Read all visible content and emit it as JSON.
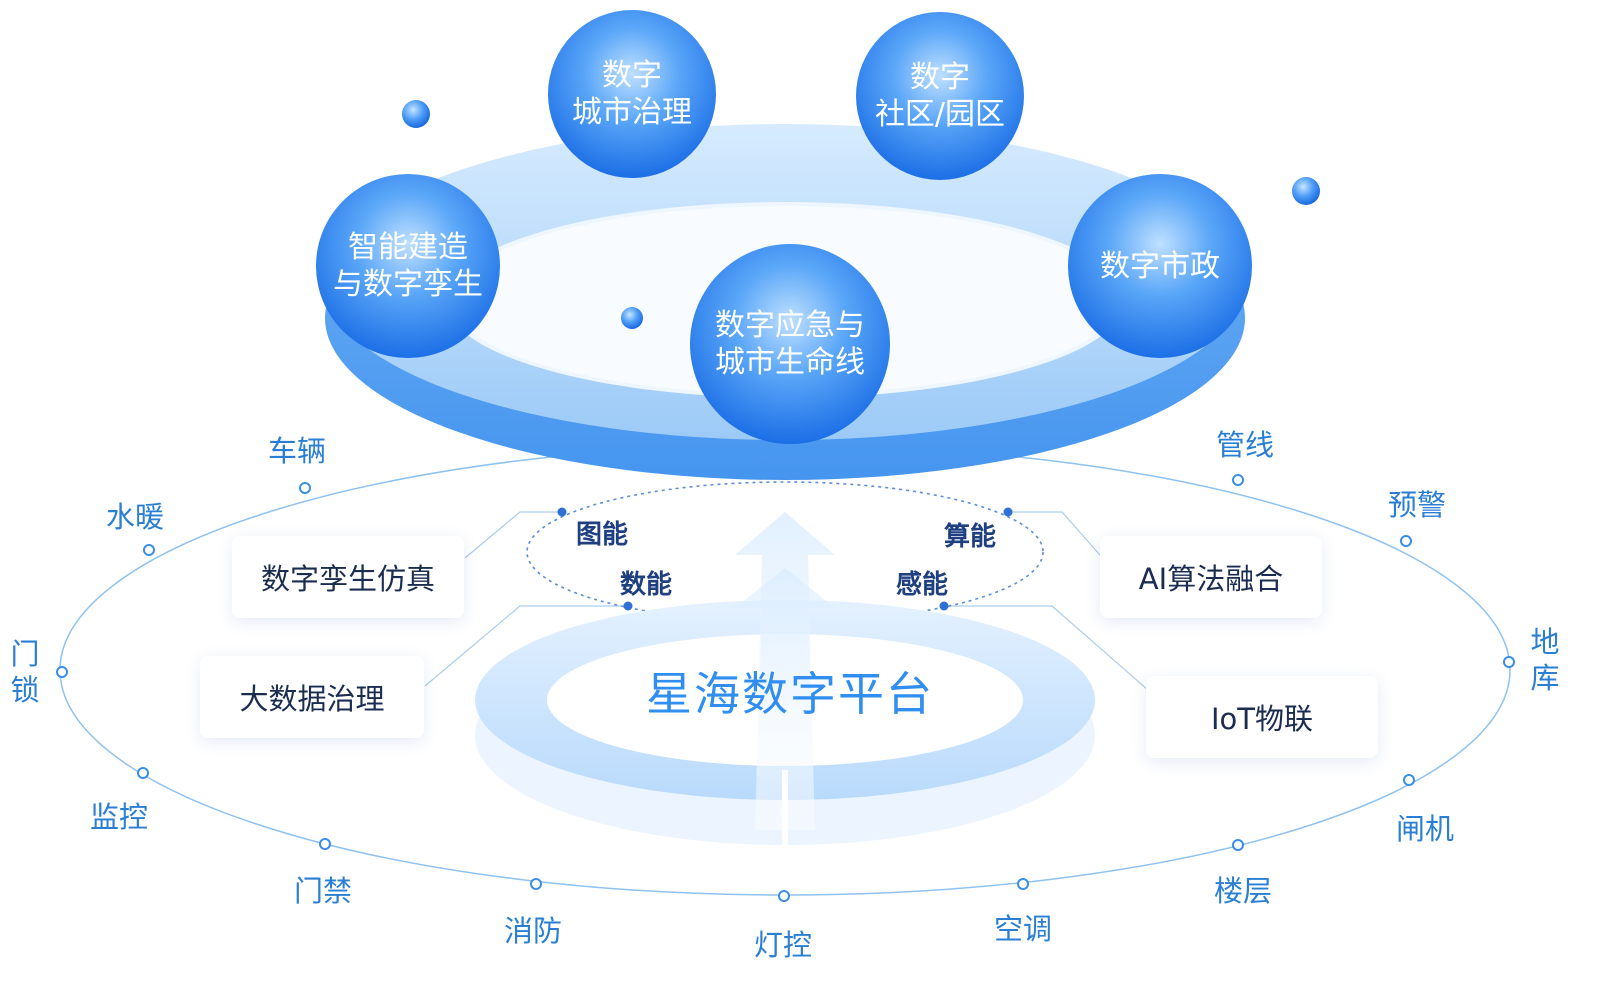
{
  "center_platform": {
    "title": "星海数字平台"
  },
  "spheres": [
    {
      "line1": "数字",
      "line2": "城市治理"
    },
    {
      "line1": "数字",
      "line2": "社区/园区"
    },
    {
      "line1": "智能建造",
      "line2": "与数字孪生"
    },
    {
      "line1": "数字市政",
      "line2": ""
    },
    {
      "line1": "数字应急与",
      "line2": "城市生命线"
    }
  ],
  "capabilities": [
    "图能",
    "算能",
    "数能",
    "感能"
  ],
  "technologies": [
    "数字孪生仿真",
    "大数据治理",
    "AI算法融合",
    "IoT物联"
  ],
  "outer_ring": {
    "labels": [
      "车辆",
      "水暖",
      "管线",
      "预警",
      "监控",
      "闸机",
      "门禁",
      "消防",
      "灯控",
      "空调",
      "楼层"
    ],
    "vertical_labels": [
      {
        "line1": "门",
        "line2": "锁"
      },
      {
        "line1": "地",
        "line2": "库"
      }
    ]
  },
  "colors": {
    "sphere": "#2f86f2",
    "ring": "#7fb8f4",
    "outer_ring_line": "#8ec2f0",
    "text_blue": "#2a7fd4",
    "title_blue": "#2f8ef0",
    "dark_text": "#1a2c50"
  }
}
